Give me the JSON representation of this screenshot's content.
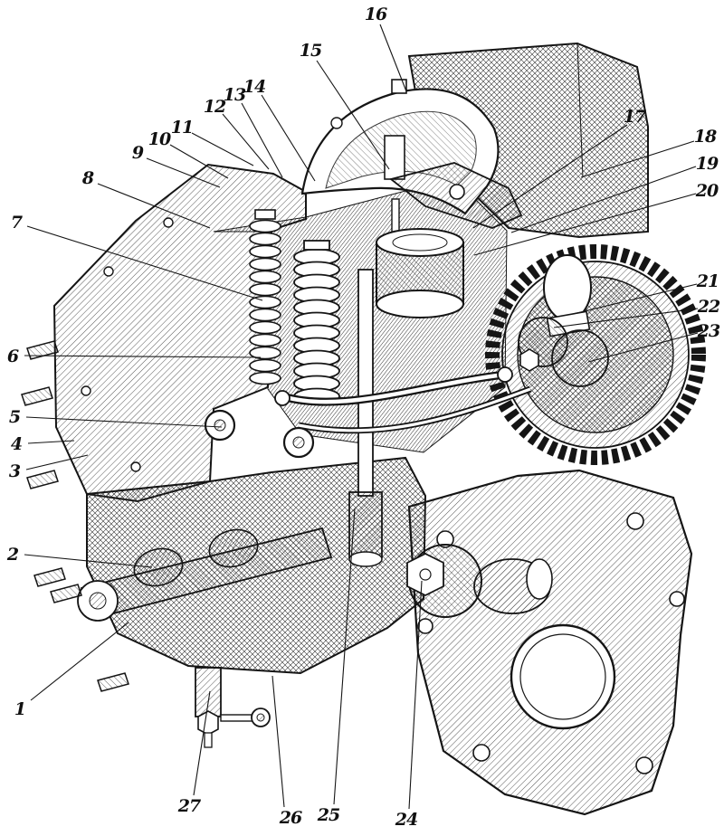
{
  "figure": {
    "illustration_name": "injection-pump-governor-cutaway-engraving",
    "background": "#ffffff",
    "ink": "#1a1a1a"
  },
  "callouts": [
    {
      "n": "1",
      "label": [
        22,
        784
      ],
      "line": [
        34,
        774,
        142,
        688
      ]
    },
    {
      "n": "2",
      "label": [
        14,
        613
      ],
      "line": [
        27,
        613,
        168,
        627
      ]
    },
    {
      "n": "3",
      "label": [
        16,
        521
      ],
      "line": [
        29,
        519,
        97,
        503
      ]
    },
    {
      "n": "4",
      "label": [
        18,
        491
      ],
      "line": [
        31,
        490,
        82,
        487
      ]
    },
    {
      "n": "5",
      "label": [
        16,
        461
      ],
      "line": [
        29,
        461,
        245,
        472
      ]
    },
    {
      "n": "6",
      "label": [
        14,
        394
      ],
      "line": [
        27,
        393,
        288,
        395
      ]
    },
    {
      "n": "7",
      "label": [
        18,
        246
      ],
      "line": [
        30,
        250,
        290,
        332
      ]
    },
    {
      "n": "8",
      "label": [
        97,
        197
      ],
      "line": [
        108,
        203,
        232,
        252
      ]
    },
    {
      "n": "9",
      "label": [
        152,
        169
      ],
      "line": [
        162,
        175,
        243,
        207
      ]
    },
    {
      "n": "10",
      "label": [
        176,
        154
      ],
      "line": [
        188,
        160,
        252,
        197
      ]
    },
    {
      "n": "11",
      "label": [
        201,
        141
      ],
      "line": [
        212,
        147,
        280,
        183
      ]
    },
    {
      "n": "12",
      "label": [
        237,
        118
      ],
      "line": [
        246,
        126,
        297,
        187
      ]
    },
    {
      "n": "13",
      "label": [
        259,
        105
      ],
      "line": [
        267,
        114,
        312,
        196
      ]
    },
    {
      "n": "14",
      "label": [
        281,
        96
      ],
      "line": [
        289,
        105,
        348,
        200
      ]
    },
    {
      "n": "15",
      "label": [
        343,
        56
      ],
      "line": [
        350,
        67,
        430,
        187
      ]
    },
    {
      "n": "16",
      "label": [
        415,
        16
      ],
      "line": [
        420,
        27,
        449,
        101
      ]
    },
    {
      "n": "17",
      "label": [
        701,
        129
      ],
      "line": [
        693,
        138,
        523,
        252
      ]
    },
    {
      "n": "18",
      "label": [
        779,
        151
      ],
      "line": [
        767,
        156,
        642,
        196
      ]
    },
    {
      "n": "19",
      "label": [
        781,
        181
      ],
      "line": [
        769,
        184,
        565,
        257
      ]
    },
    {
      "n": "20",
      "label": [
        781,
        211
      ],
      "line": [
        769,
        214,
        524,
        282
      ]
    },
    {
      "n": "21",
      "label": [
        782,
        311
      ],
      "line": [
        770,
        314,
        633,
        347
      ]
    },
    {
      "n": "22",
      "label": [
        783,
        339
      ],
      "line": [
        771,
        341,
        612,
        362
      ]
    },
    {
      "n": "23",
      "label": [
        783,
        366
      ],
      "line": [
        771,
        368,
        650,
        400
      ]
    },
    {
      "n": "24",
      "label": [
        449,
        906
      ],
      "line": [
        452,
        894,
        466,
        642
      ]
    },
    {
      "n": "25",
      "label": [
        363,
        901
      ],
      "line": [
        369,
        889,
        392,
        562
      ]
    },
    {
      "n": "26",
      "label": [
        321,
        904
      ],
      "line": [
        314,
        892,
        301,
        747
      ]
    },
    {
      "n": "27",
      "label": [
        209,
        891
      ],
      "line": [
        214,
        879,
        232,
        764
      ]
    }
  ]
}
